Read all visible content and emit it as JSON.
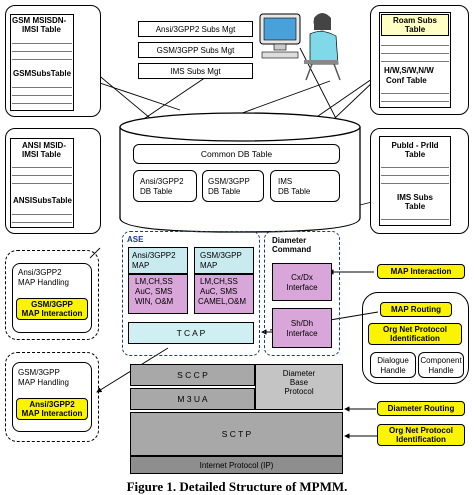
{
  "tables_left": [
    {
      "line1": "GSM MSISDN-",
      "line2": "IMSI Table"
    },
    {
      "line1": "GSMSubsTable",
      "line2": ""
    },
    {
      "line1": "ANSI MSID-",
      "line2": "IMSI Table"
    },
    {
      "line1": "ANSISubsTable",
      "line2": ""
    }
  ],
  "subs_mgt": [
    "Ansi/3GPP2 Subs Mgt",
    "GSM/3GPP Subs Mgt",
    "IMS Subs Mgt"
  ],
  "tables_right": [
    {
      "line1": "Roam Subs",
      "line2": "Table"
    },
    {
      "line1": "H/W,S/W,N/W",
      "line2": "Conf Table"
    },
    {
      "line1": "PubId - PrIId",
      "line2": "Table"
    },
    {
      "line1": "IMS Subs",
      "line2": "Table"
    }
  ],
  "database": {
    "common": "Common DB Table",
    "ansi": [
      "Ansi/3GPP2",
      "DB Table"
    ],
    "gsm": [
      "GSM/3GPP",
      "DB Table"
    ],
    "ims": [
      "IMS",
      "DB Table"
    ]
  },
  "ase": {
    "label": "ASE",
    "ansi_map": [
      "Ansi/3GPP2",
      "MAP"
    ],
    "gsm_map": [
      "GSM/3GPP",
      "MAP"
    ],
    "ansi_funcs": [
      "LM,CH,SS",
      "AuC, SMS",
      "WIN, O&M"
    ],
    "gsm_funcs": [
      "LM,CH,SS",
      "AuC, SMS",
      "CAMEL,O&M"
    ],
    "tcap": "T C A P"
  },
  "diameter_cmd": {
    "label": [
      "Diameter",
      "Command"
    ],
    "cx": [
      "Cx/Dx",
      "Interface"
    ],
    "sh": [
      "Sh/Dh",
      "Interface"
    ]
  },
  "left_handling": [
    {
      "title": [
        "Ansi/3GPP2",
        "MAP Handling"
      ],
      "inner": [
        "GSM/3GPP",
        "MAP Interaction"
      ]
    },
    {
      "title": [
        "GSM/3GPP",
        "MAP Handling"
      ],
      "inner": [
        "Ansi/3GPP2",
        "MAP Interaction"
      ]
    }
  ],
  "right_callouts": {
    "map_interaction": "MAP Interaction",
    "map_routing": "MAP Routing",
    "org_net": [
      "Org Net Protocol",
      "Identification"
    ],
    "dialogue": [
      "Dialogue",
      "Handle"
    ],
    "component": [
      "Component",
      "Handle"
    ],
    "diameter_routing": "Diameter Routing",
    "org_net2": [
      "Org Net Protocol",
      "Identification"
    ]
  },
  "stack": {
    "sccp": "S C C P",
    "m3ua": "M 3 U A",
    "diameter_base": [
      "Diameter",
      "Base",
      "Protocol"
    ],
    "sctp": "S   C   T   P",
    "ip": "Internet Protocol (IP)"
  },
  "caption": "Figure 1. Detailed Structure of MPMM."
}
